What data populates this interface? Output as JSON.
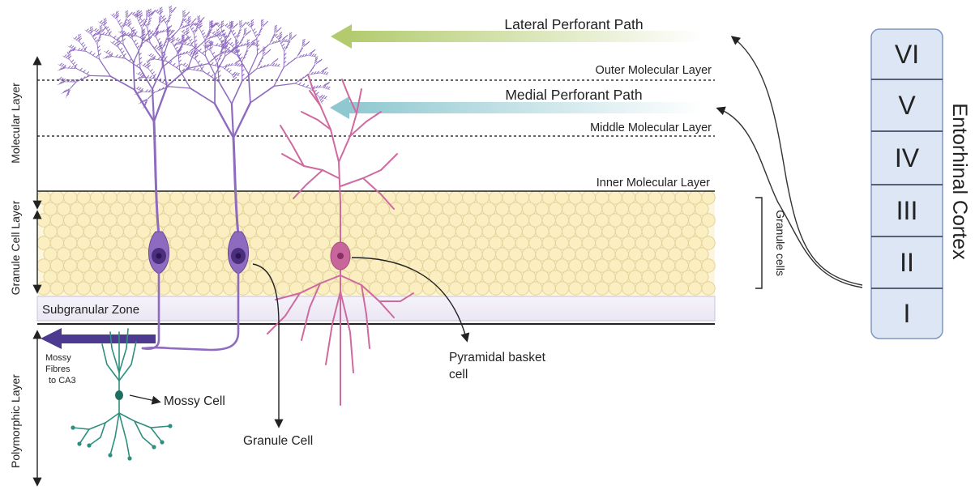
{
  "paths": {
    "lateral": "Lateral Perforant Path",
    "medial": "Medial Perforant Path"
  },
  "layers": {
    "outer": "Outer Molecular Layer",
    "middle": "Middle Molecular Layer",
    "inner": "Inner Molecular Layer",
    "subgranular": "Subgranular Zone"
  },
  "side_labels": {
    "molecular": "Molecular Layer",
    "granule_cell": "Granule Cell Layer",
    "polymorphic": "Polymorphic Layer",
    "granule_cells": "Granule cells"
  },
  "cells": {
    "mossy_cell": "Mossy Cell",
    "granule_cell": "Granule Cell",
    "pyramidal_line1": "Pyramidal basket",
    "pyramidal_line2": "cell"
  },
  "mossy_fibres": [
    "Mossy",
    "Fibres",
    "to CA3"
  ],
  "cortex": {
    "title": "Entorhinal Cortex",
    "layers": [
      "VI",
      "V",
      "IV",
      "III",
      "II",
      "I"
    ]
  },
  "colors": {
    "granule_fill": "#fbeec0",
    "granule_stroke": "#e3d39a",
    "neuron_purple": "#8e6bbf",
    "neuron_pink": "#cf6aa0",
    "mossy_green": "#2f8f7e",
    "lateral_arrow": "#b9cf7a",
    "medial_arrow": "#9ccfd6",
    "fibre_arrow": "#4b3a8f",
    "cortex_fill": "#dde6f4",
    "cortex_stroke": "#7f95c2"
  }
}
